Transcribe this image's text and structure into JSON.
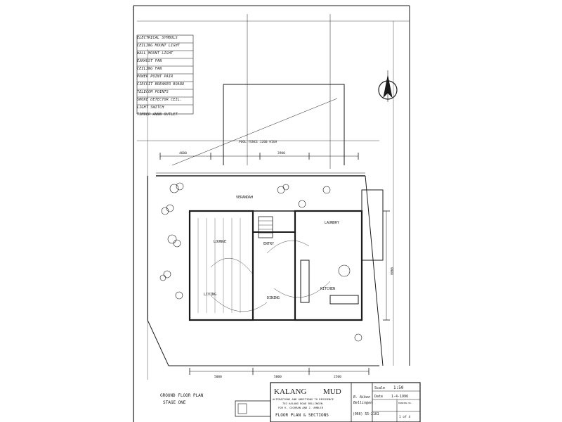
{
  "legend": {
    "title": "ELECTRICAL SYMBOLS",
    "items": [
      "CEILING MOUNT LIGHT",
      "WALL MOUNT LIGHT",
      "EXHAUST FAN",
      "CEILING FAN",
      "POWER POINT PAIR",
      "CIRCUIT BREAKER BOARD",
      "TELECOM POINTS",
      "SMOKE DETECTOR CEIL.",
      "LIGHT SWITCH",
      "TIMBER ANNN OUTLET"
    ]
  },
  "rooms": {
    "lounge": "LOUNGE",
    "living": "LIVING",
    "verandah": "VERANDAH",
    "entry": "ENTRY",
    "kitchen": "KITCHEN",
    "dining": "DINING",
    "laundry": "LAUNDRY"
  },
  "dimensions": {
    "top_left": "4600",
    "top_mid": "3900",
    "bottom_left": "5000",
    "bottom_mid": "5000",
    "bottom_right": "2500",
    "right": "9900"
  },
  "notes": {
    "fence": "POOL FENCE 1200 HIGH",
    "ground_floor": "GROUND FLOOR PLAN",
    "stage": "STAGE ONE"
  },
  "title_block": {
    "company": "KALANG",
    "company2": "MUD",
    "line1": "ALTERATIONS AND ADDITIONS TO RESIDENCE",
    "line2": "702 KALANG ROAD BELLINGEN",
    "line3": "FOR K. COCHRAN AND J. AMBLER",
    "drawing": "FLOOR PLAN & SECTIONS",
    "architect": "B. Aiken",
    "place": "Bellingen",
    "phone": "(066) 55-2101",
    "scale_label": "Scale",
    "scale": "1:50",
    "date_label": "Date",
    "date": "1-4-1996",
    "sheet": "1 of 4",
    "sheet_label": "DRAWING No."
  }
}
